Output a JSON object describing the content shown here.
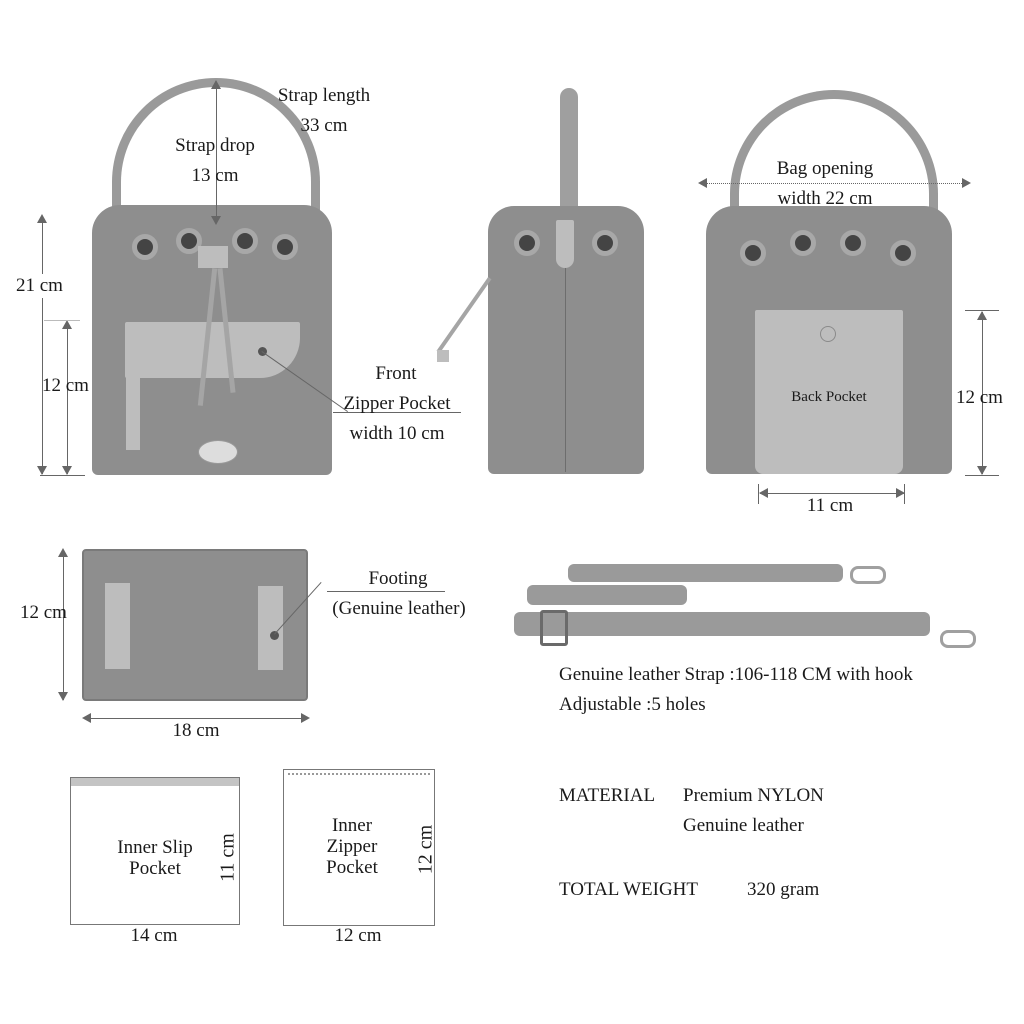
{
  "front_view": {
    "strap_length_label": "Strap length",
    "strap_length_value": "33 cm",
    "strap_drop_label": "Strap drop",
    "strap_drop_value": "13 cm",
    "height_total": "21 cm",
    "height_pocket": "12 cm",
    "front_pocket_line1": "Front",
    "front_pocket_line2": "Zipper Pocket",
    "front_pocket_line3": "width 10 cm"
  },
  "back_view": {
    "opening_line1": "Bag opening",
    "opening_line2": "width 22 cm",
    "back_pocket_label": "Back Pocket",
    "pocket_height": "12 cm",
    "pocket_width": "11 cm"
  },
  "bottom_view": {
    "depth": "12 cm",
    "width": "18 cm",
    "footing_line1": "Footing",
    "footing_line2": "(Genuine leather)"
  },
  "strap": {
    "description": "Genuine leather Strap :106-118 CM with hook",
    "adjustable": "Adjustable :5 holes"
  },
  "inner_pockets": [
    {
      "label_line1": "Inner Slip",
      "label_line2": "Pocket",
      "width": "14 cm",
      "height": "11 cm"
    },
    {
      "label_line1": "Inner",
      "label_line2": "Zipper",
      "label_line3": "Pocket",
      "width": "12 cm",
      "height": "12 cm"
    }
  ],
  "specs": {
    "material_label": "MATERIAL",
    "material_value1": "Premium NYLON",
    "material_value2": "Genuine leather",
    "weight_label": "TOTAL WEIGHT",
    "weight_value": "320 gram"
  },
  "colors": {
    "nylon": "#8e8e8e",
    "leather": "#bdbdbd",
    "dimension_line": "#666666"
  }
}
